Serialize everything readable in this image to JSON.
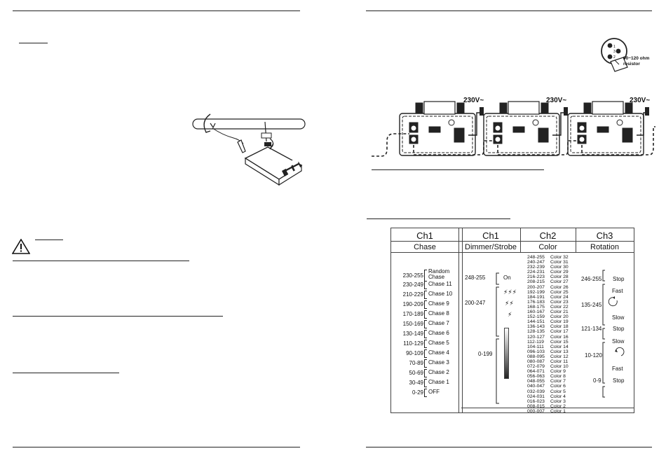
{
  "left_page": {
    "warning_icon": "warning-triangle-icon"
  },
  "right_page": {
    "power_labels": [
      "230V~",
      "230V~",
      "230V~"
    ],
    "resistor_label": "90~120 ohm resistor",
    "xlr_pins": [
      "1",
      "3",
      "2"
    ]
  },
  "dmx_table": {
    "chase_panel": {
      "header": "Ch1",
      "subheader": "Chase",
      "rows": [
        {
          "range": "230-255",
          "label": "Random Chase"
        },
        {
          "range": "230-249",
          "label": "Chase 11"
        },
        {
          "range": "210-229",
          "label": "Chase 10"
        },
        {
          "range": "190-209",
          "label": "Chase 9"
        },
        {
          "range": "170-189",
          "label": "Chase 8"
        },
        {
          "range": "150-169",
          "label": "Chase 7"
        },
        {
          "range": "130-149",
          "label": "Chase 6"
        },
        {
          "range": "110-129",
          "label": "Chase 5"
        },
        {
          "range": "90-109",
          "label": "Chase 4"
        },
        {
          "range": "70-89",
          "label": "Chase 3"
        },
        {
          "range": "50-69",
          "label": "Chase 2"
        },
        {
          "range": "30-49",
          "label": "Chase 1"
        },
        {
          "range": "0-29",
          "label": "OFF"
        }
      ]
    },
    "dimmer": {
      "header": "Ch1",
      "subheader": "Dimmer/Strobe",
      "on_range": "248-255",
      "on_label": "On",
      "strobe_range": "200-247",
      "dim_range": "0-199"
    },
    "color": {
      "header": "Ch2",
      "subheader": "Color",
      "rows": [
        [
          "248-255",
          "Color 32"
        ],
        [
          "240-247",
          "Color 31"
        ],
        [
          "232-239",
          "Color 30"
        ],
        [
          "224-231",
          "Color 29"
        ],
        [
          "216-223",
          "Color 28"
        ],
        [
          "208-215",
          "Color 27"
        ],
        [
          "200-207",
          "Color 26"
        ],
        [
          "192-199",
          "Color 25"
        ],
        [
          "184-191",
          "Color 24"
        ],
        [
          "176-183",
          "Color 23"
        ],
        [
          "168-175",
          "Color 22"
        ],
        [
          "160-167",
          "Color 21"
        ],
        [
          "152-159",
          "Color 20"
        ],
        [
          "144-151",
          "Color 19"
        ],
        [
          "136-143",
          "Color 18"
        ],
        [
          "128-135",
          "Color 17"
        ],
        [
          "120-127",
          "Color 16"
        ],
        [
          "112-119",
          "Color 15"
        ],
        [
          "104-111",
          "Color 14"
        ],
        [
          "096-103",
          "Color 13"
        ],
        [
          "088-095",
          "Color 12"
        ],
        [
          "080-087",
          "Color 11"
        ],
        [
          "072-079",
          "Color 10"
        ],
        [
          "064-071",
          "Color 9"
        ],
        [
          "056-063",
          "Color 8"
        ],
        [
          "048-055",
          "Color 7"
        ],
        [
          "040-047",
          "Color 6"
        ],
        [
          "032-039",
          "Color 5"
        ],
        [
          "024-031",
          "Color 4"
        ],
        [
          "016-023",
          "Color 3"
        ],
        [
          "008-015",
          "Color 2"
        ],
        [
          "000-007",
          "Color 1"
        ]
      ]
    },
    "rotation": {
      "header": "Ch3",
      "subheader": "Rotation",
      "r1_range": "246-255",
      "r1_label": "Stop",
      "fast1": "Fast",
      "r2_range": "135-245",
      "slow1": "Slow",
      "r3_range": "121-134",
      "r3_label": "Stop",
      "slow2": "Slow",
      "r4_range": "10-120",
      "fast2": "Fast",
      "r5_range": "0-9",
      "r5_label": "Stop"
    }
  }
}
